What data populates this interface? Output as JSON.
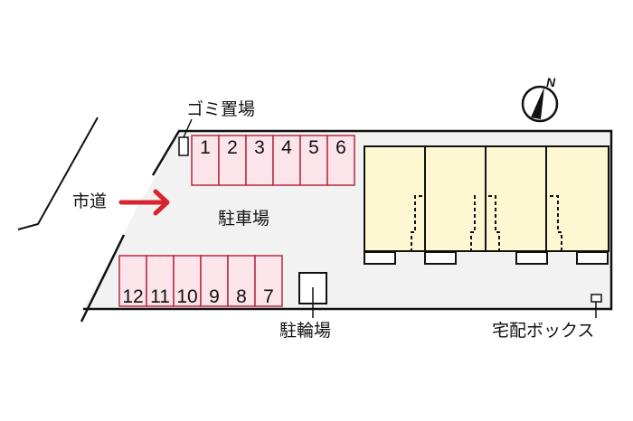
{
  "labels": {
    "garbage": "ゴミ置場",
    "city_road": "市道",
    "parking": "駐車場",
    "bicycle_parking": "駐輪場",
    "delivery_box": "宅配ボックス",
    "north": "N"
  },
  "parking_top": [
    "1",
    "2",
    "3",
    "4",
    "5",
    "6"
  ],
  "parking_bottom": [
    "12",
    "11",
    "10",
    "9",
    "8",
    "7"
  ],
  "colors": {
    "space_fill": "#fbe4ea",
    "space_stroke": "#b8283c",
    "building": "#fdf8d2",
    "ground": "#f2f2f2",
    "arrow": "#d9232d"
  }
}
